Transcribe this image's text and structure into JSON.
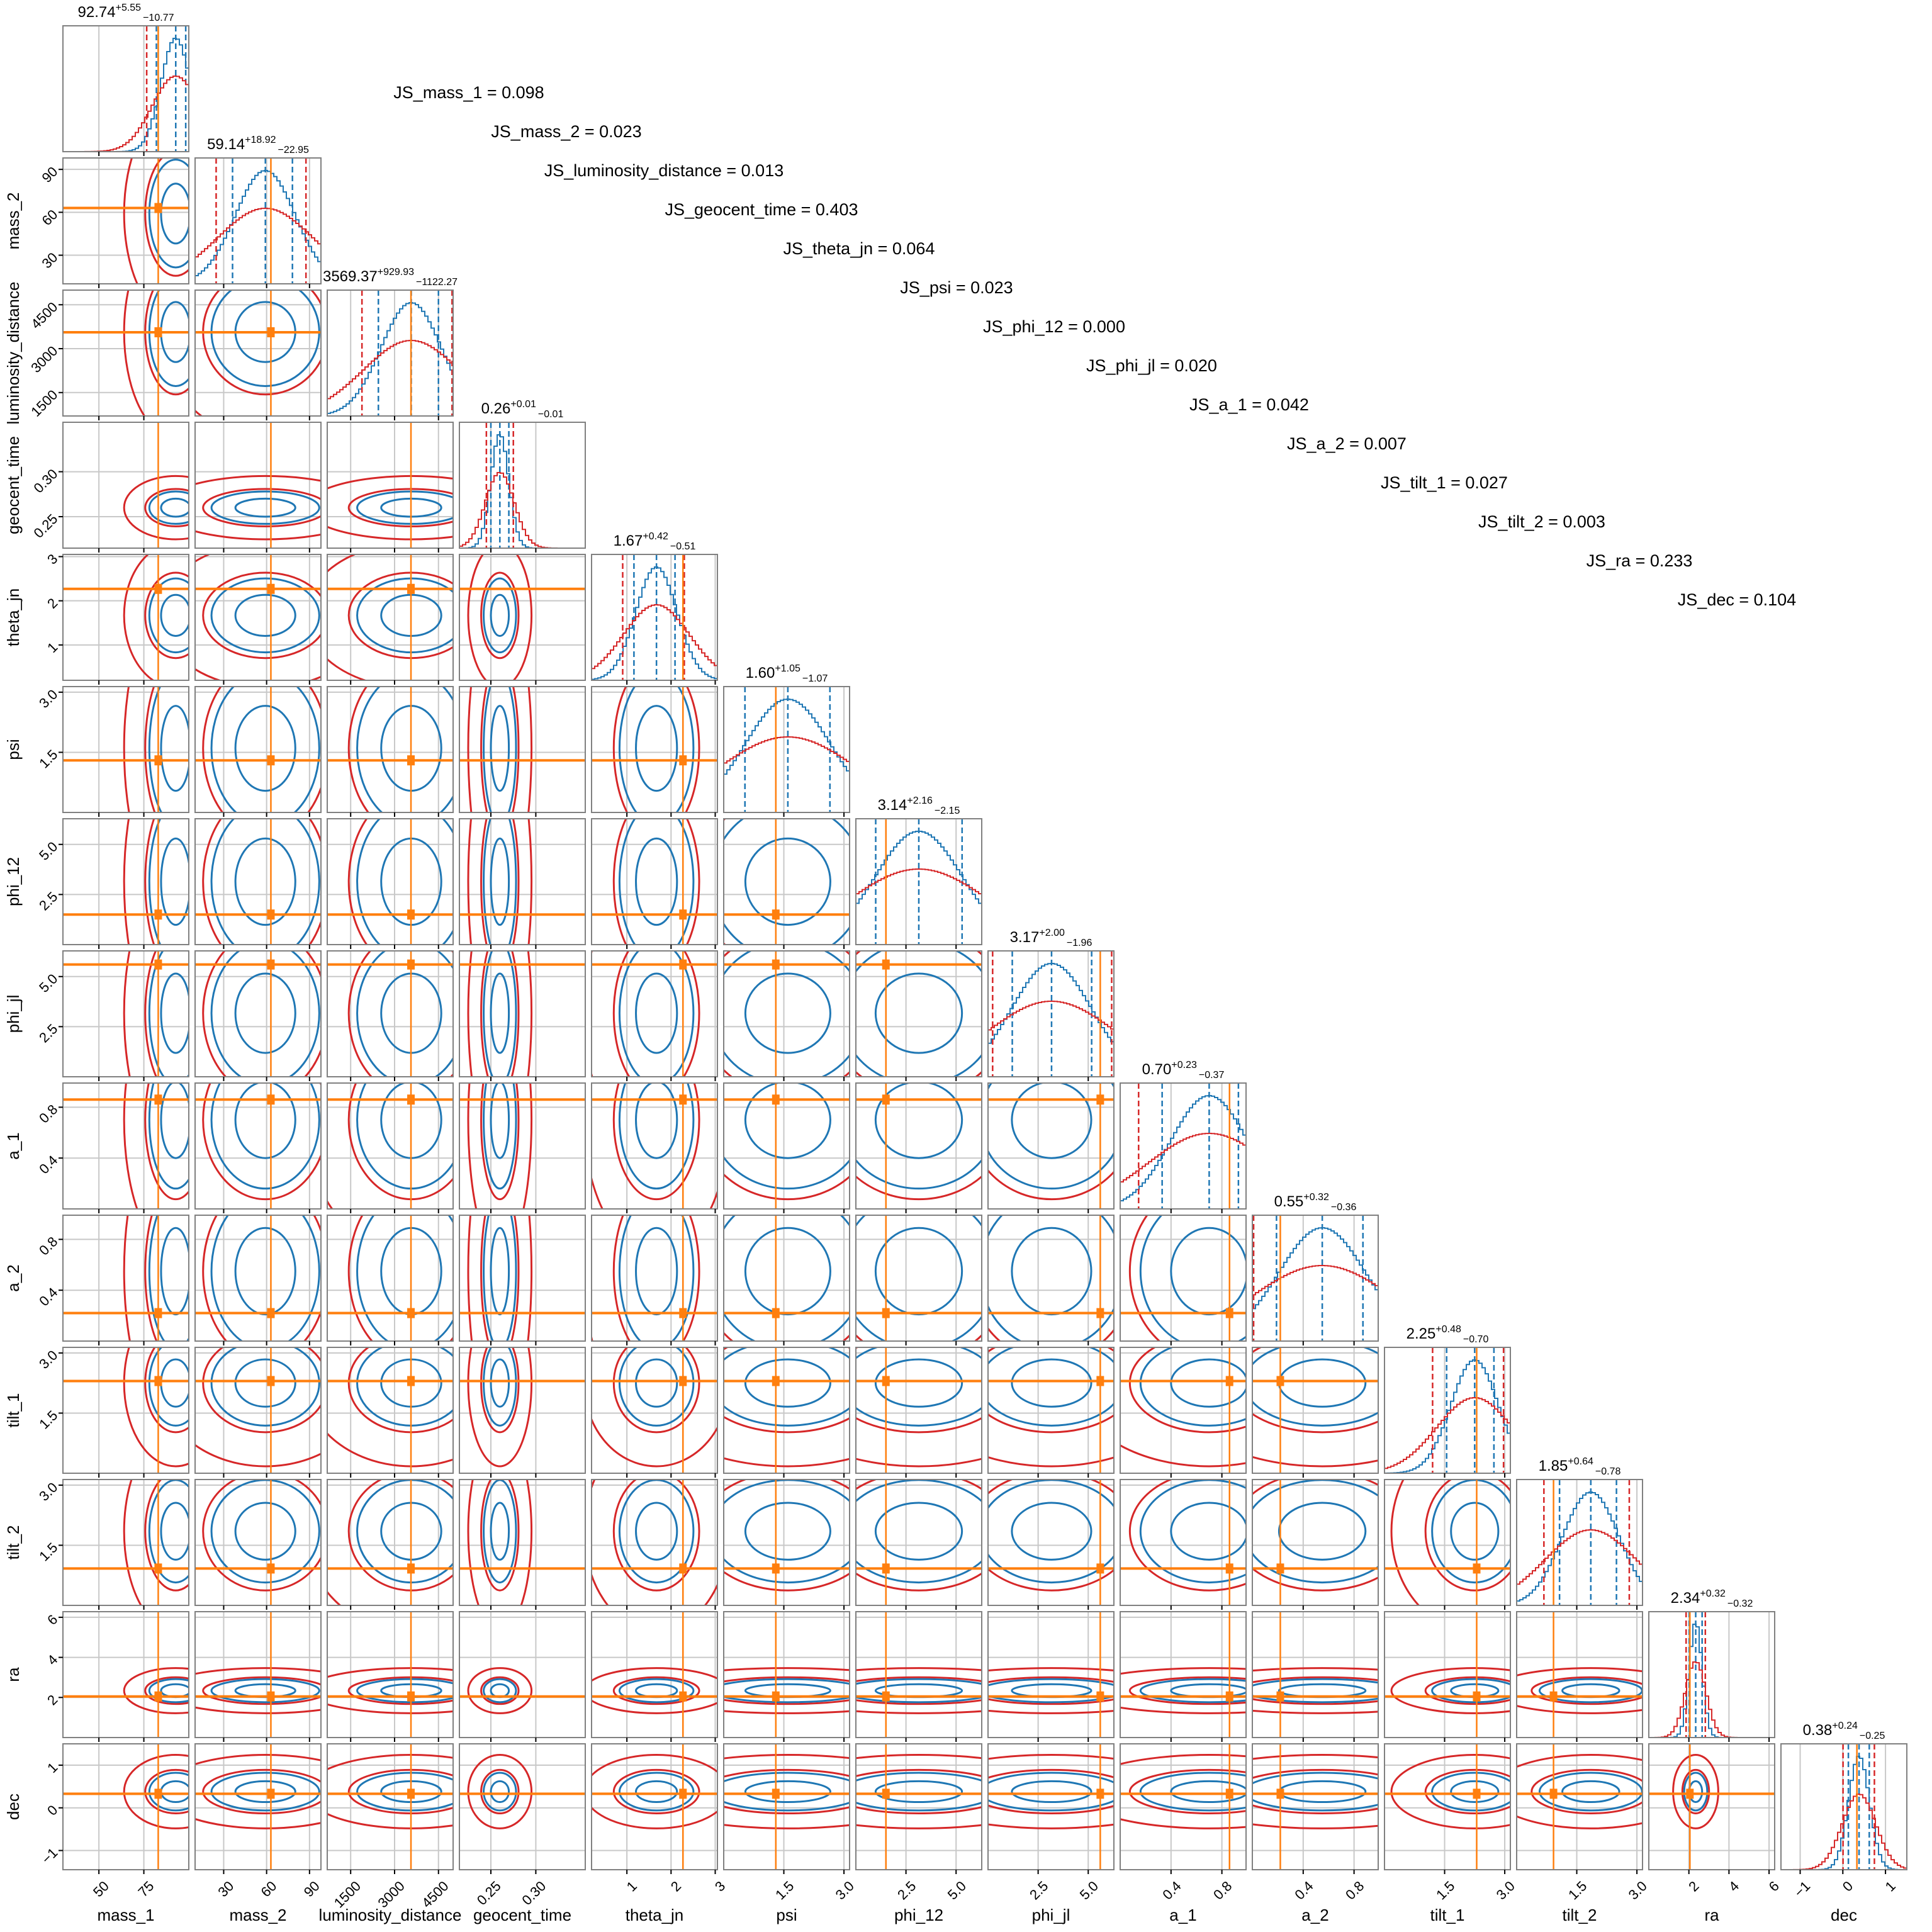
{
  "colors": {
    "posterior_a": "#1f77b4",
    "posterior_b": "#d62728",
    "truth": "#ff7f0e",
    "grid": "#c8c8c8"
  },
  "chart_data": {
    "type": "corner",
    "title": "",
    "grid": true,
    "parameters": [
      {
        "name": "mass_1",
        "median": "92.74",
        "plus": "+5.55",
        "minus": "−10.77",
        "m": 92.74,
        "p": 5.55,
        "n": 10.77,
        "range": [
          30,
          100
        ],
        "ticks": [
          50,
          75
        ],
        "tick_labels": [
          "50",
          "75"
        ],
        "truth": 83
      },
      {
        "name": "mass_2",
        "median": "59.14",
        "plus": "+18.92",
        "minus": "−22.95",
        "m": 59.14,
        "p": 18.92,
        "n": 22.95,
        "range": [
          10,
          98
        ],
        "ticks": [
          30,
          60,
          90
        ],
        "tick_labels": [
          "30",
          "60",
          "90"
        ],
        "truth": 63
      },
      {
        "name": "luminosity_distance",
        "median": "3569.37",
        "plus": "+929.93",
        "minus": "−1122.27",
        "m": 3569.37,
        "p": 929.93,
        "n": 1122.27,
        "range": [
          700,
          5000
        ],
        "ticks": [
          1500,
          3000,
          4500
        ],
        "tick_labels": [
          "1500",
          "3000",
          "4500"
        ],
        "truth": 3560
      },
      {
        "name": "geocent_time",
        "median": "0.26",
        "plus": "+0.01",
        "minus": "−0.01",
        "m": 0.26,
        "p": 0.01,
        "n": 0.01,
        "range": [
          0.215,
          0.355
        ],
        "ticks": [
          0.25,
          0.3
        ],
        "tick_labels": [
          "0.25",
          "0.30"
        ],
        "truth": null
      },
      {
        "name": "theta_jn",
        "median": "1.67",
        "plus": "+0.42",
        "minus": "−0.51",
        "m": 1.67,
        "p": 0.42,
        "n": 0.51,
        "range": [
          0.2,
          3.05
        ],
        "ticks": [
          1,
          2,
          3
        ],
        "tick_labels": [
          "1",
          "2",
          "3"
        ],
        "truth": 2.27
      },
      {
        "name": "psi",
        "median": "1.60",
        "plus": "+1.05",
        "minus": "−1.07",
        "m": 1.6,
        "p": 1.05,
        "n": 1.07,
        "range": [
          0,
          3.14
        ],
        "ticks": [
          1.5,
          3.0
        ],
        "tick_labels": [
          "1.5",
          "3.0"
        ],
        "truth": 1.3
      },
      {
        "name": "phi_12",
        "median": "3.14",
        "plus": "+2.16",
        "minus": "−2.15",
        "m": 3.14,
        "p": 2.16,
        "n": 2.15,
        "range": [
          0,
          6.28
        ],
        "ticks": [
          2.5,
          5.0
        ],
        "tick_labels": [
          "2.5",
          "5.0"
        ],
        "truth": 1.5
      },
      {
        "name": "phi_jl",
        "median": "3.17",
        "plus": "+2.00",
        "minus": "−1.96",
        "m": 3.17,
        "p": 2.0,
        "n": 1.96,
        "range": [
          0,
          6.28
        ],
        "ticks": [
          2.5,
          5.0
        ],
        "tick_labels": [
          "2.5",
          "5.0"
        ],
        "truth": 5.6
      },
      {
        "name": "a_1",
        "median": "0.70",
        "plus": "+0.23",
        "minus": "−0.37",
        "m": 0.7,
        "p": 0.23,
        "n": 0.37,
        "range": [
          0,
          0.99
        ],
        "ticks": [
          0.4,
          0.8
        ],
        "tick_labels": [
          "0.4",
          "0.8"
        ],
        "truth": 0.86
      },
      {
        "name": "a_2",
        "median": "0.55",
        "plus": "+0.32",
        "minus": "−0.36",
        "m": 0.55,
        "p": 0.32,
        "n": 0.36,
        "range": [
          0,
          0.99
        ],
        "ticks": [
          0.4,
          0.8
        ],
        "tick_labels": [
          "0.4",
          "0.8"
        ],
        "truth": 0.22
      },
      {
        "name": "tilt_1",
        "median": "2.25",
        "plus": "+0.48",
        "minus": "−0.70",
        "m": 2.25,
        "p": 0.48,
        "n": 0.7,
        "range": [
          0,
          3.14
        ],
        "ticks": [
          1.5,
          3.0
        ],
        "tick_labels": [
          "1.5",
          "3.0"
        ],
        "truth": 2.3
      },
      {
        "name": "tilt_2",
        "median": "1.85",
        "plus": "+0.64",
        "minus": "−0.78",
        "m": 1.85,
        "p": 0.64,
        "n": 0.78,
        "range": [
          0,
          3.14
        ],
        "ticks": [
          1.5,
          3.0
        ],
        "tick_labels": [
          "1.5",
          "3.0"
        ],
        "truth": 0.92
      },
      {
        "name": "ra",
        "median": "2.34",
        "plus": "+0.32",
        "minus": "−0.32",
        "m": 2.34,
        "p": 0.32,
        "n": 0.32,
        "range": [
          0,
          6.28
        ],
        "ticks": [
          2,
          4,
          6
        ],
        "tick_labels": [
          "2",
          "4",
          "6"
        ],
        "truth": 2.05
      },
      {
        "name": "dec",
        "median": "0.38",
        "plus": "+0.24",
        "minus": "−0.25",
        "m": 0.38,
        "p": 0.24,
        "n": 0.25,
        "range": [
          -1.45,
          1.5
        ],
        "ticks": [
          -1,
          0,
          1
        ],
        "tick_labels": [
          "−1",
          "0",
          "1"
        ],
        "truth": 0.33
      }
    ],
    "js_divergences": [
      {
        "label": "JS_mass_1 = 0.098"
      },
      {
        "label": "JS_mass_2 = 0.023"
      },
      {
        "label": "JS_luminosity_distance = 0.013"
      },
      {
        "label": "JS_geocent_time = 0.403"
      },
      {
        "label": "JS_theta_jn = 0.064"
      },
      {
        "label": "JS_psi = 0.023"
      },
      {
        "label": "JS_phi_12 = 0.000"
      },
      {
        "label": "JS_phi_jl = 0.020"
      },
      {
        "label": "JS_a_1 = 0.042"
      },
      {
        "label": "JS_a_2 = 0.007"
      },
      {
        "label": "JS_tilt_1 = 0.027"
      },
      {
        "label": "JS_tilt_2 = 0.003"
      },
      {
        "label": "JS_ra = 0.233"
      },
      {
        "label": "JS_dec = 0.104"
      }
    ]
  }
}
